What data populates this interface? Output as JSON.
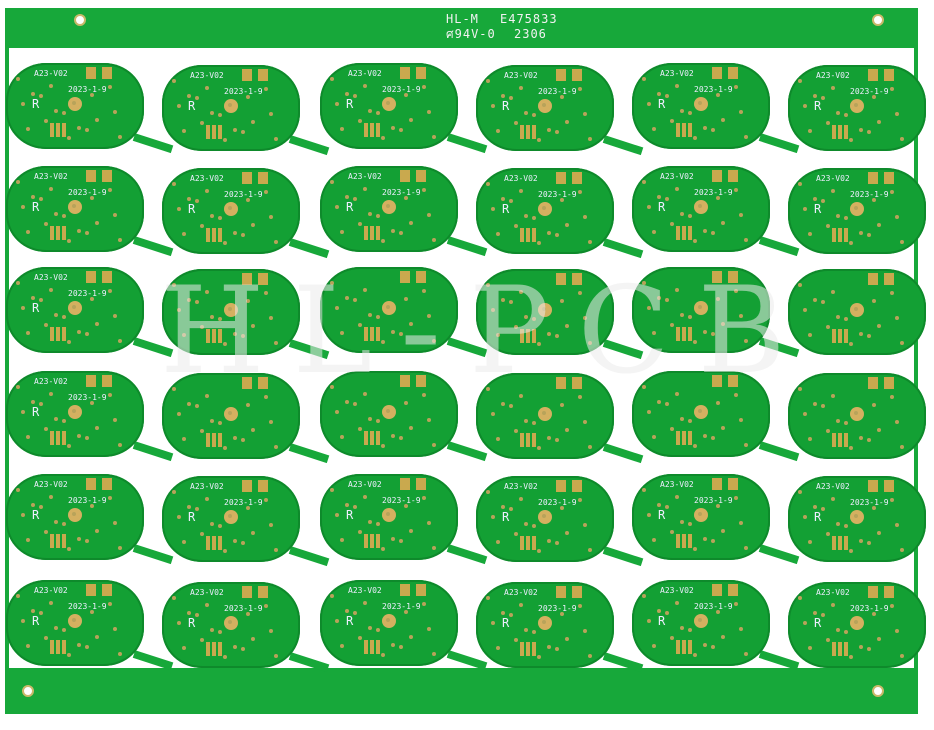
{
  "panel": {
    "marking_line1_a": "HL-M",
    "marking_line1_b": "E475833",
    "marking_line2_a": "ศ94V-0",
    "marking_line2_b": "2306",
    "watermark": "HL-PCB",
    "solder_mask_color": "#17a83a",
    "pad_color": "#c9a94e"
  },
  "board_grid": {
    "rows": 6,
    "cols": 6
  },
  "board": {
    "version_label": "A23-V02",
    "date_label": "2023-1-9",
    "ref_label": "R"
  }
}
